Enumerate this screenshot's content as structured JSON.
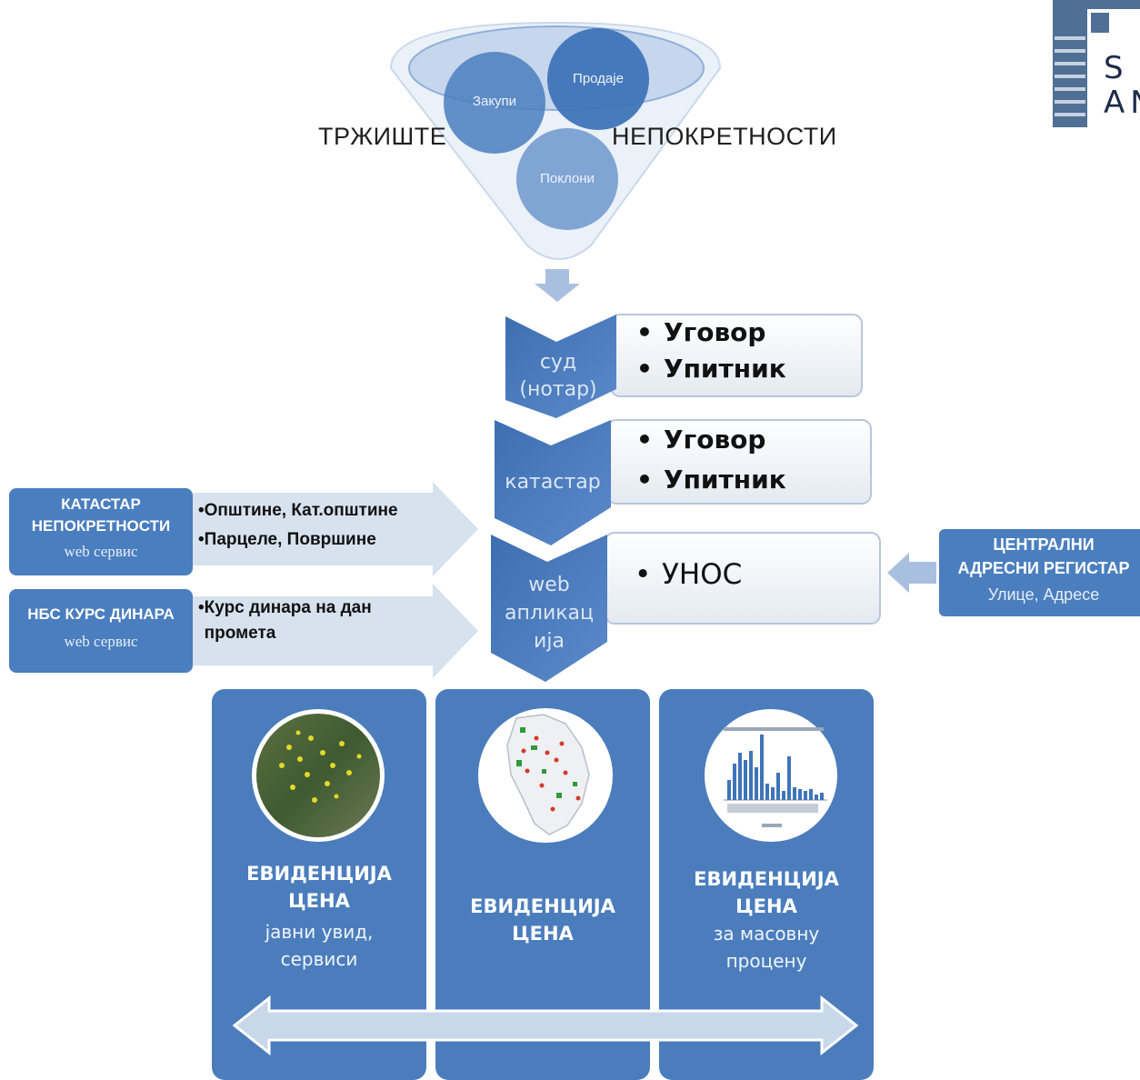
{
  "funnel": {
    "left_word": "ТРЖИШТЕ",
    "right_word": "НЕПОКРЕТНОСТИ",
    "circles": [
      "Закупи",
      "Продаје",
      "Поклони"
    ],
    "color_fill": "#4a7ebf",
    "color_light": "#7aa0d2"
  },
  "chevrons": [
    {
      "label": "суд\n(нотар)",
      "bullets": [
        "Уговор",
        "Упитник"
      ]
    },
    {
      "label": "катастар",
      "bullets": [
        "Уговор",
        "Упитник"
      ]
    },
    {
      "label": "web\nапликац\nија",
      "bullets": [
        "УНОС"
      ]
    }
  ],
  "left_sources": [
    {
      "title": "КАТАСТАР\nНЕПОКРЕТНОСТИ",
      "sub": "web сервис",
      "bullets": [
        "Општине, Кат.општине",
        "Парцеле, Површине"
      ]
    },
    {
      "title": "НБС КУРС ДИНАРА",
      "sub": "web сервис",
      "bullets": [
        "Курс динара на дан\nпромета"
      ]
    }
  ],
  "right_source": {
    "title": "ЦЕНТРАЛНИ\nАДРЕСНИ РЕГИСТАР",
    "sub": "Улице, Адресе"
  },
  "panels": [
    {
      "title": "ЕВИДЕНЦИЈА\nЦЕНА",
      "sub": "јавни увид,\nсервиси",
      "image": "satellite-map-icon"
    },
    {
      "title": "ЕВИДЕНЦИЈА\nЦЕНА",
      "sub": "",
      "image": "serbia-map-icon"
    },
    {
      "title": "ЕВИДЕНЦИЈА\nЦЕНА",
      "sub": "за масовну\nпроцену",
      "image": "bar-chart-icon"
    }
  ],
  "logo": {
    "letters": "S\nAN",
    "icon": "building-logo-icon"
  },
  "colors": {
    "primary": "#4a7ebf",
    "panel": "#4b7dbd",
    "arrow_light": "#c9d7ea"
  }
}
